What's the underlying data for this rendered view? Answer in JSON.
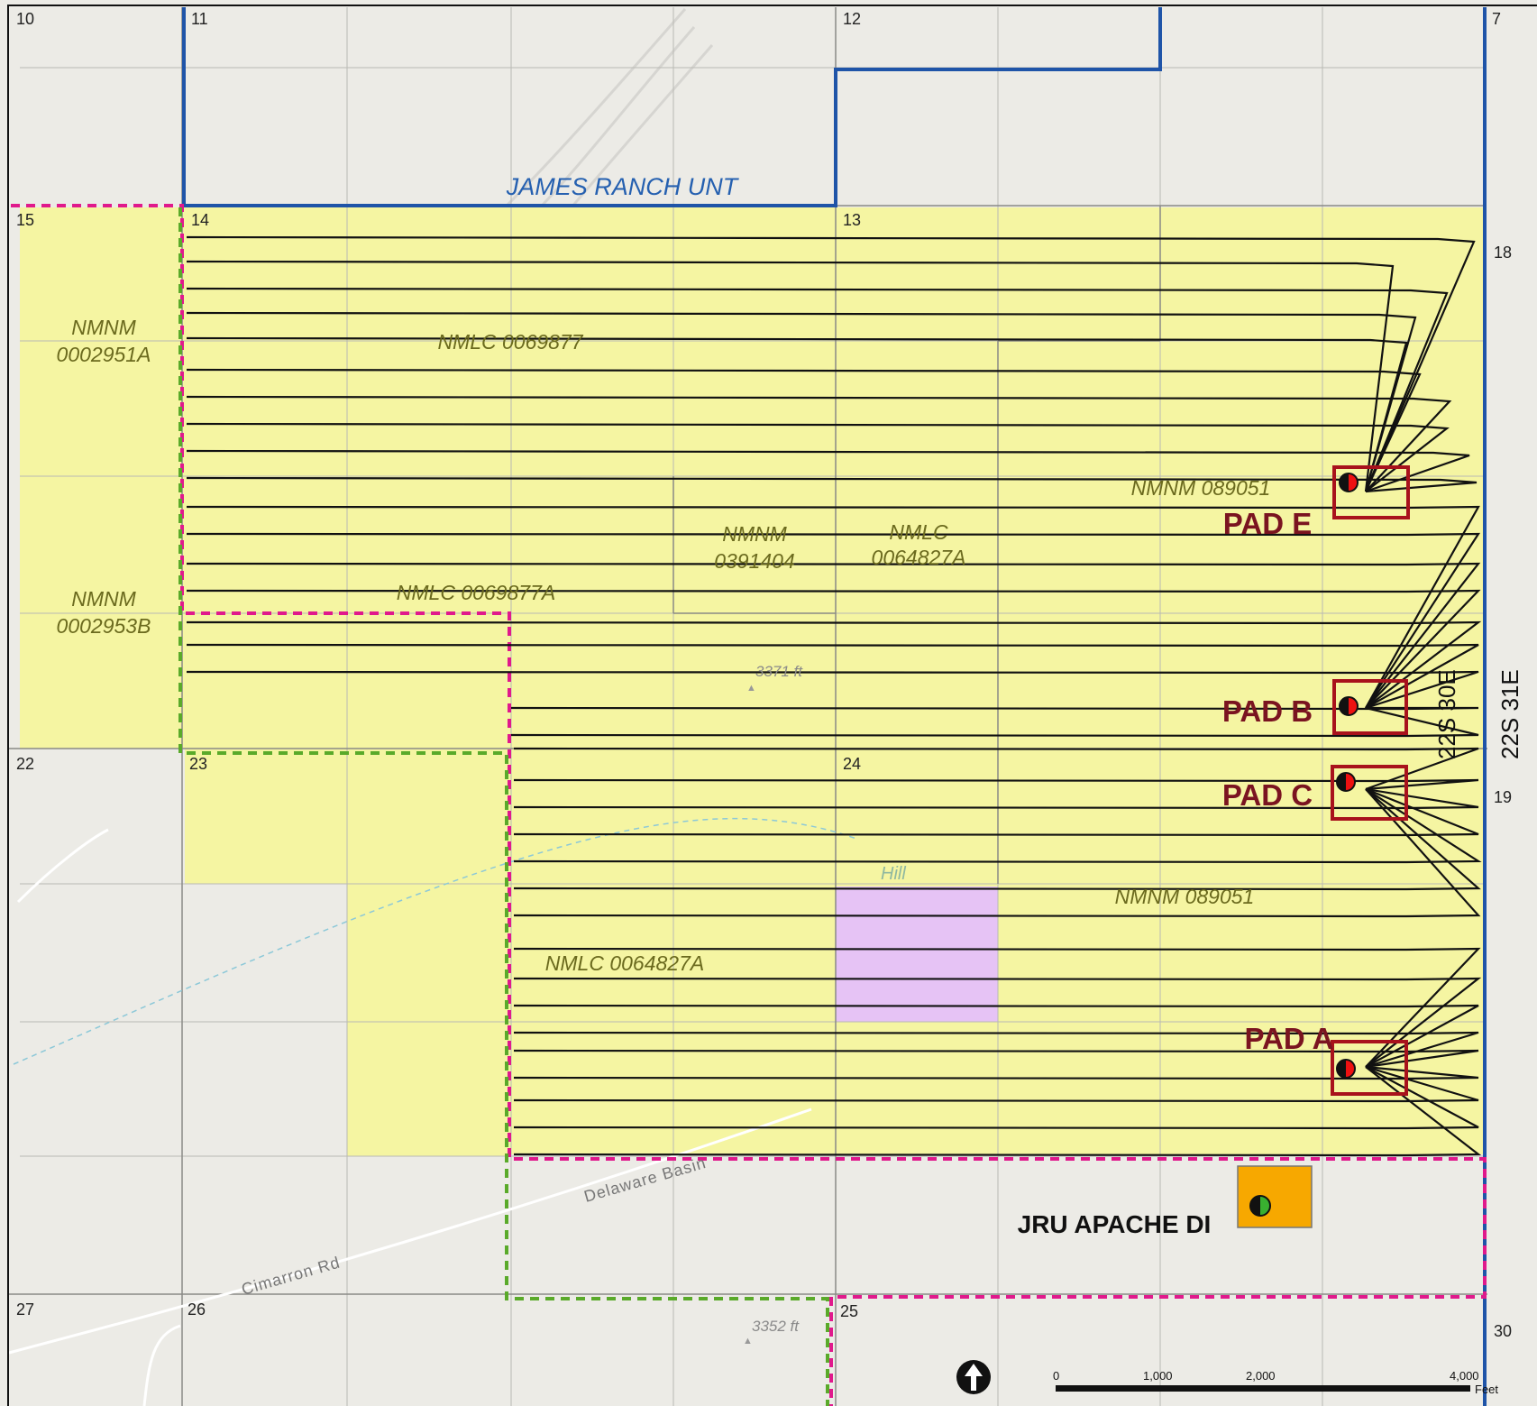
{
  "map": {
    "sections": [
      {
        "id": "s10",
        "label": "10"
      },
      {
        "id": "s11",
        "label": "11"
      },
      {
        "id": "s12",
        "label": "12"
      },
      {
        "id": "s7",
        "label": "7"
      },
      {
        "id": "s15",
        "label": "15"
      },
      {
        "id": "s14",
        "label": "14"
      },
      {
        "id": "s13",
        "label": "13"
      },
      {
        "id": "s18",
        "label": "18"
      },
      {
        "id": "s22",
        "label": "22"
      },
      {
        "id": "s23",
        "label": "23"
      },
      {
        "id": "s24",
        "label": "24"
      },
      {
        "id": "s19",
        "label": "19"
      },
      {
        "id": "s27",
        "label": "27"
      },
      {
        "id": "s26",
        "label": "26"
      },
      {
        "id": "s25",
        "label": "25"
      },
      {
        "id": "s30",
        "label": "30"
      }
    ],
    "unit_name": "JAMES RANCH UNT",
    "leases": [
      {
        "id": "l1a",
        "label": "NMNM"
      },
      {
        "id": "l1b",
        "label": "0002951A"
      },
      {
        "id": "l2a",
        "label": "NMNM"
      },
      {
        "id": "l2b",
        "label": "0002953B"
      },
      {
        "id": "l3",
        "label": "NMLC 0069877"
      },
      {
        "id": "l4",
        "label": "NMLC 0069877A"
      },
      {
        "id": "l5a",
        "label": "NMNM"
      },
      {
        "id": "l5b",
        "label": "0391404"
      },
      {
        "id": "l6a",
        "label": "NMLC"
      },
      {
        "id": "l6b",
        "label": "0064827A"
      },
      {
        "id": "l7",
        "label": "NMNM 089051"
      },
      {
        "id": "l8",
        "label": "NMNM 089051"
      },
      {
        "id": "l9",
        "label": "NMLC 0064827A"
      }
    ],
    "pads": [
      {
        "id": "padE",
        "label": "PAD E"
      },
      {
        "id": "padB",
        "label": "PAD B"
      },
      {
        "id": "padC",
        "label": "PAD C"
      },
      {
        "id": "padA",
        "label": "PAD A"
      }
    ],
    "facility": {
      "label": "JRU APACHE DI"
    },
    "townships": {
      "west": "22S 30E",
      "east": "22S 31E"
    },
    "elevations": [
      "3371 ft",
      "3352 ft"
    ],
    "hill": "Hill",
    "roads": {
      "cimarron": "Cimarron Rd",
      "delaware": "Delaware Basin"
    },
    "scale_bar": {
      "ticks": [
        "0",
        "1,000",
        "2,000",
        "4,000"
      ],
      "unit": "Feet"
    },
    "colors": {
      "lease_fill": "#f5f5a2",
      "unit_line": "#1f54a8",
      "pad_box": "#a8121c",
      "pink_dash": "#e0198c",
      "green_dash": "#5aaa2a",
      "purple": "#e6c3f5",
      "facility": "#f7a800"
    }
  }
}
